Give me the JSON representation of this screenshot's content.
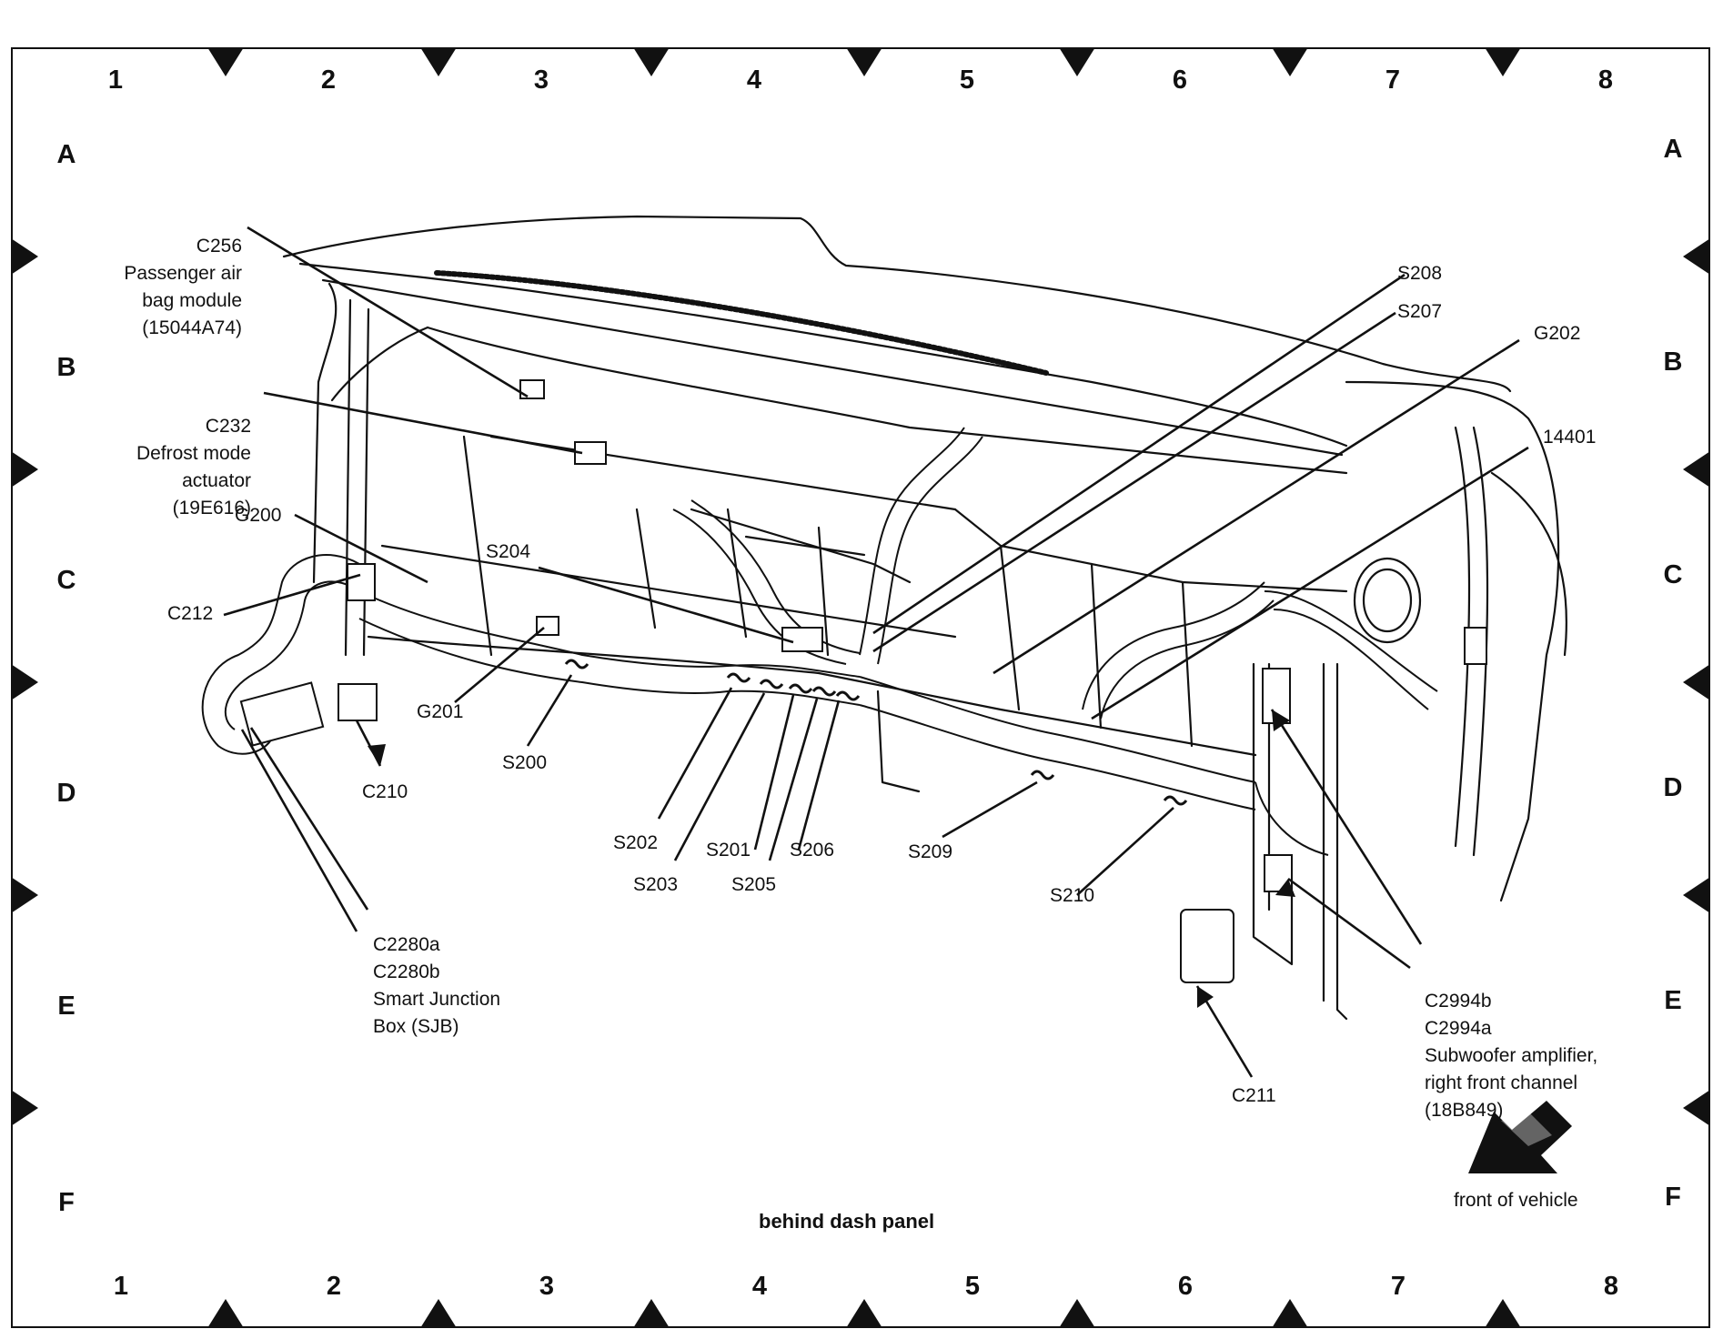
{
  "grid": {
    "columns": [
      "1",
      "2",
      "3",
      "4",
      "5",
      "6",
      "7",
      "8"
    ],
    "rows": [
      "A",
      "B",
      "C",
      "D",
      "E",
      "F"
    ]
  },
  "caption": "behind dash panel",
  "orientation_label": "front of vehicle",
  "callouts": {
    "c256": [
      "C256",
      "Passenger air",
      "bag module",
      "(15044A74)"
    ],
    "c232": [
      "C232",
      "Defrost mode",
      "actuator",
      "(19E616)"
    ],
    "g200": "G200",
    "c212": "C212",
    "s204": "S204",
    "g201": "G201",
    "s200": "S200",
    "c210": "C210",
    "c2280": [
      "C2280a",
      "C2280b",
      "Smart Junction",
      "Box (SJB)"
    ],
    "s202": "S202",
    "s203": "S203",
    "s201": "S201",
    "s205": "S205",
    "s206": "S206",
    "s209": "S209",
    "s210": "S210",
    "s208": "S208",
    "s207": "S207",
    "g202": "G202",
    "n14401": "14401",
    "c2994": [
      "C2994b",
      "C2994a",
      "Subwoofer amplifier,",
      "right front channel",
      "(18B849)"
    ],
    "c211": "C211"
  }
}
